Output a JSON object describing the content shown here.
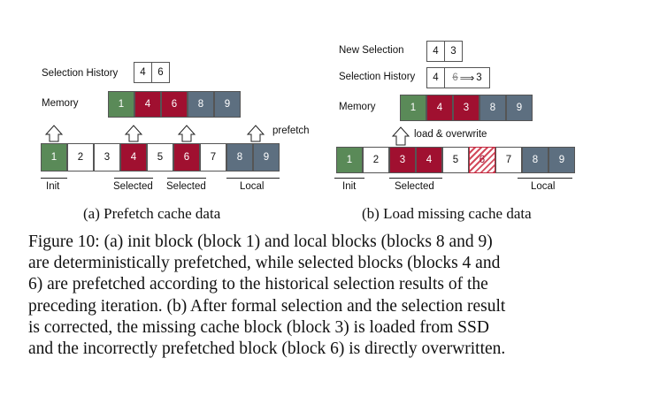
{
  "panel_a": {
    "selection_history_label": "Selection History",
    "selection_history": [
      "4",
      "6"
    ],
    "memory_label": "Memory",
    "memory": [
      "1",
      "4",
      "6",
      "8",
      "9"
    ],
    "prefetch_label": "prefetch",
    "blocks": [
      "1",
      "2",
      "3",
      "4",
      "5",
      "6",
      "7",
      "8",
      "9"
    ],
    "init_label": "Init",
    "selected_label": "Selected",
    "local_label": "Local",
    "caption": "(a) Prefetch cache data"
  },
  "panel_b": {
    "new_selection_label": "New Selection",
    "new_selection": [
      "4",
      "3"
    ],
    "selection_history_label": "Selection History",
    "selection_history_first": "4",
    "selection_history_old": "6",
    "selection_history_arrow": "⟹",
    "selection_history_new": "3",
    "memory_label": "Memory",
    "memory": [
      "1",
      "4",
      "3",
      "8",
      "9"
    ],
    "load_label": "load & overwrite",
    "blocks": [
      "1",
      "2",
      "3",
      "4",
      "5",
      "6",
      "7",
      "8",
      "9"
    ],
    "init_label": "Init",
    "selected_label": "Selected",
    "local_label": "Local",
    "caption": "(b) Load missing cache data"
  },
  "figure_caption": {
    "lines": [
      "Figure 10: (a) init block (block 1) and local blocks (blocks 8 and 9)",
      "are deterministically prefetched, while selected blocks (blocks 4 and",
      "6) are prefetched according to the historical selection results of the",
      "preceding iteration. (b) After formal selection and the selection result",
      "is corrected, the missing cache block (block 3) is loaded from SSD",
      "and the incorrectly prefetched block (block 6) is directly overwritten."
    ]
  },
  "colors": {
    "init_green": "#5a8a58",
    "selected_red": "#a01030",
    "local_slate": "#5d6f80",
    "overwritten_hatch": "#d24a5c"
  }
}
